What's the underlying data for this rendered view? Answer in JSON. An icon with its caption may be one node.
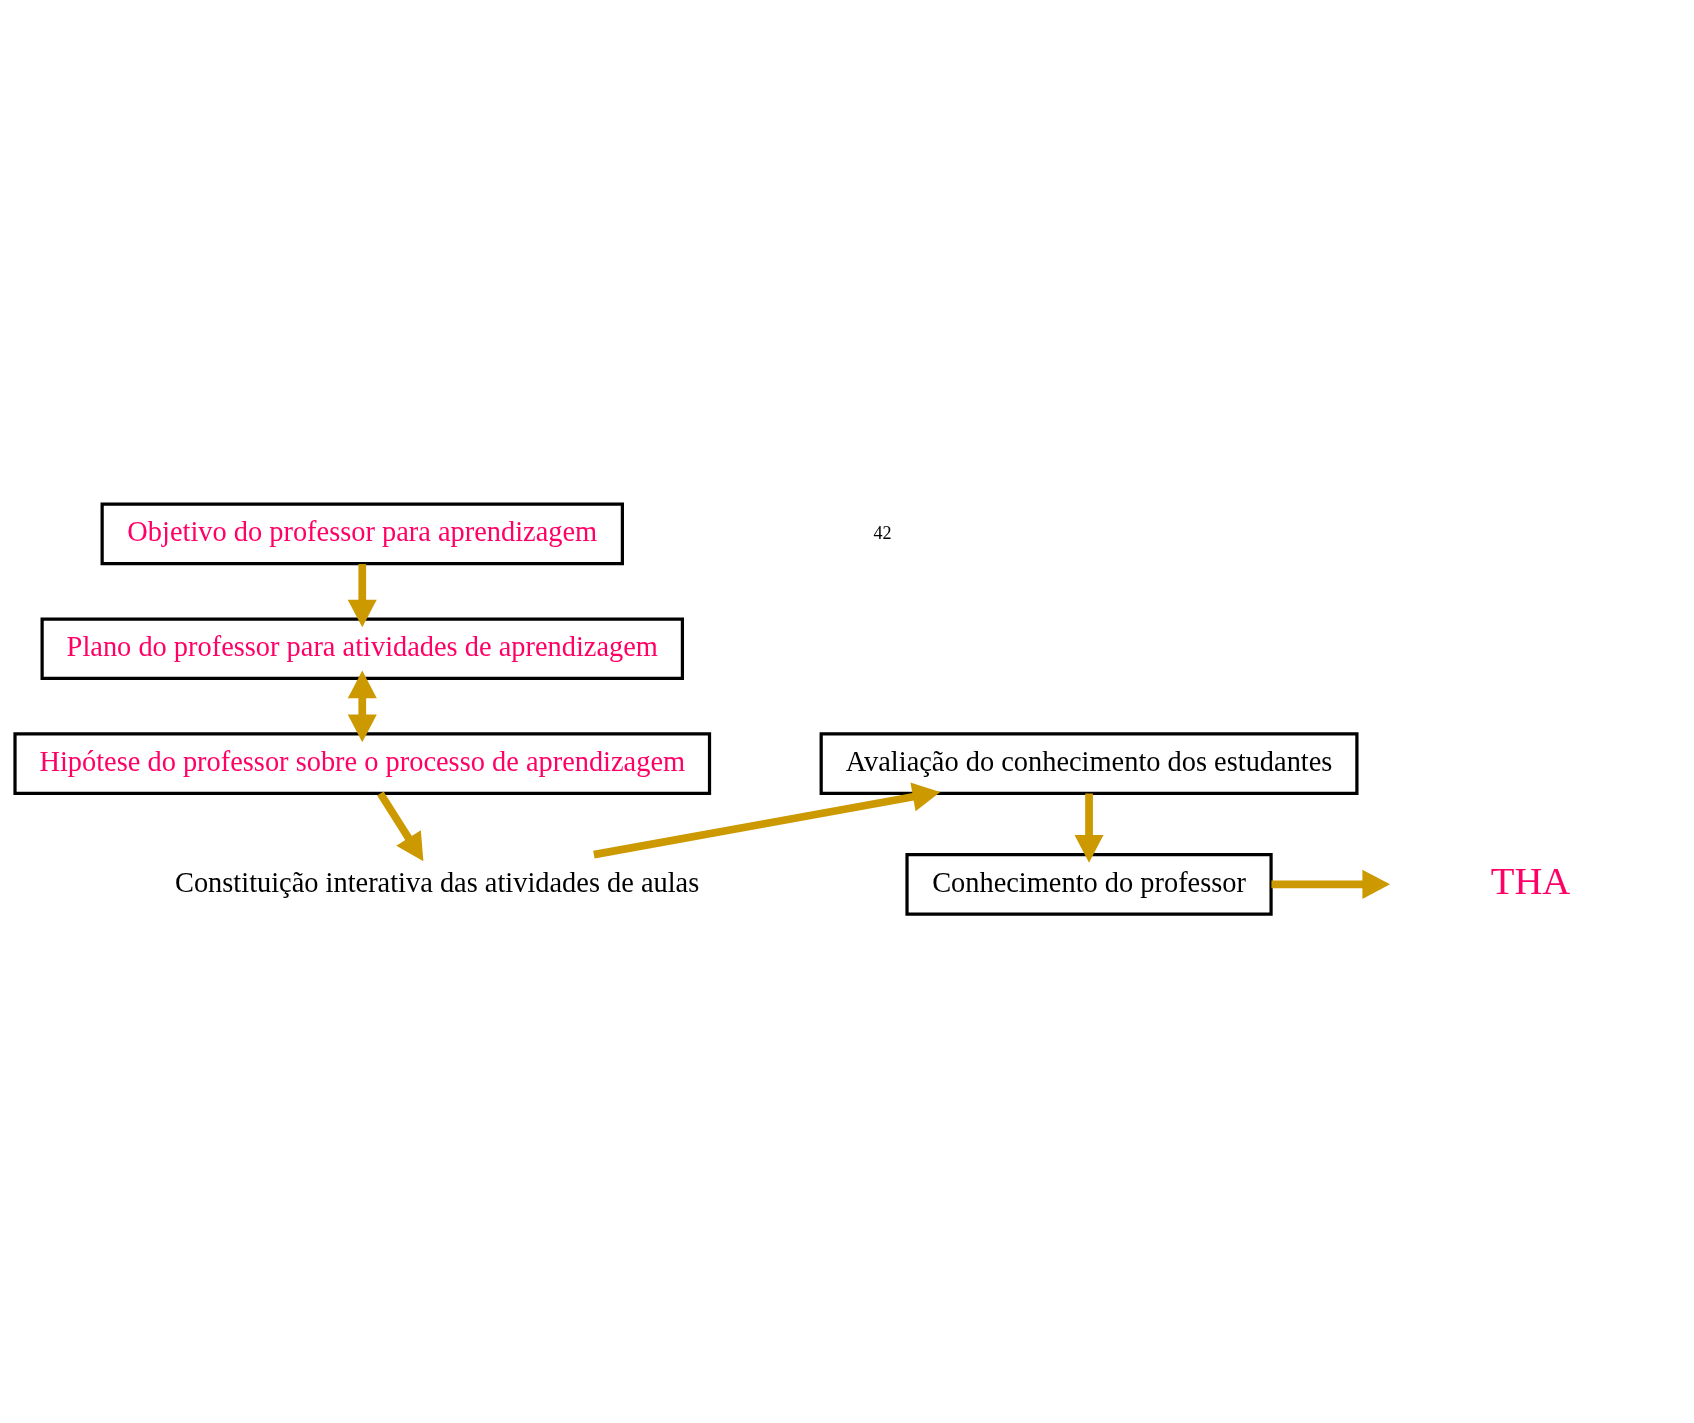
{
  "diagram": {
    "nodes": [
      {
        "text": [
          "Conhecimento do professor"
        ]
      },
      {
        "text": [
          "THA"
        ]
      },
      {
        "text": [
          "Objetivo do professor para aprendizagem"
        ]
      },
      {
        "text": [
          "Plano do professor para atividades de aprendizagem"
        ]
      },
      {
        "text": [
          "Hipótese do professor sobre o processo de aprendizagem"
        ]
      },
      {
        "text": [
          "Constituição interativa das atividades de aulas"
        ]
      },
      {
        "text": [
          "Avaliação do conhecimento dos estudantes"
        ]
      }
    ],
    "edges": [
      {
        "from": 0,
        "to": 1,
        "arrow": "to"
      },
      {
        "from": 2,
        "to": 3,
        "arrow": "to"
      },
      {
        "from": 3,
        "to": 4,
        "arrow": "both"
      },
      {
        "from": 4,
        "to": 5,
        "arrow": "to"
      },
      {
        "from": 5,
        "to": 6,
        "arrow": "to"
      },
      {
        "from": 6,
        "to": 0,
        "arrow": "to"
      }
    ],
    "labels": [
      "42"
    ]
  }
}
